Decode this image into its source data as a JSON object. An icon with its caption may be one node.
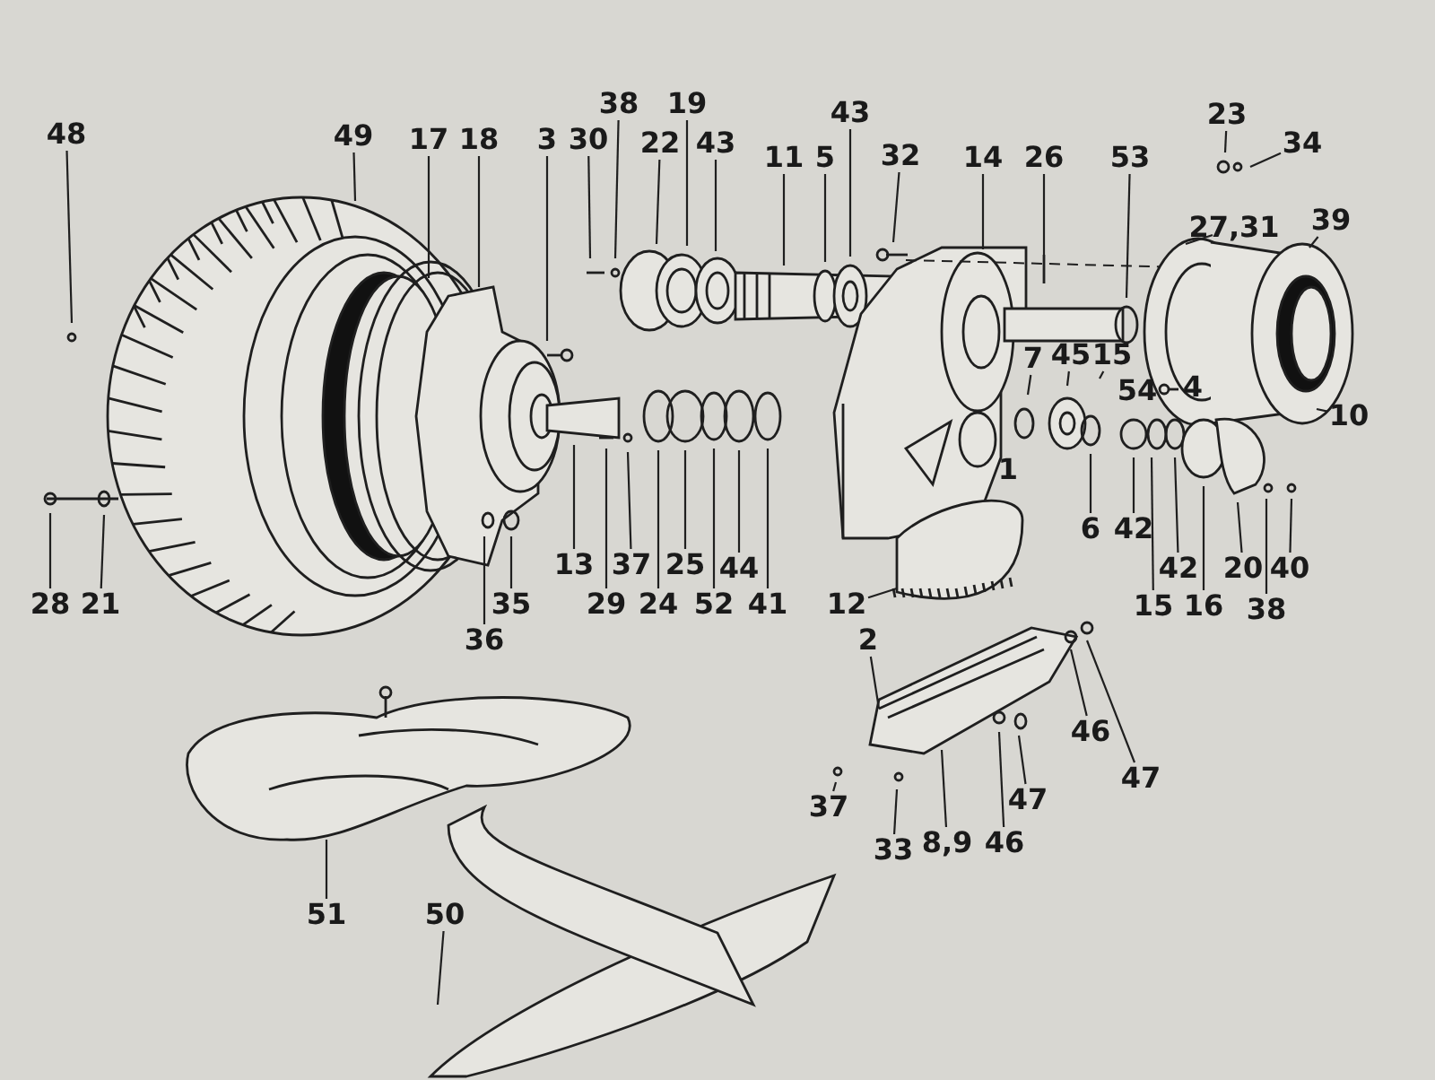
{
  "diagram": {
    "nodes": [
      {
        "text": [
          "48"
        ]
      },
      {
        "text": [
          "49"
        ]
      },
      {
        "text": [
          "17"
        ]
      },
      {
        "text": [
          "18"
        ]
      },
      {
        "text": [
          "3"
        ]
      },
      {
        "text": [
          "30"
        ]
      },
      {
        "text": [
          "38"
        ]
      },
      {
        "text": [
          "22"
        ]
      },
      {
        "text": [
          "19"
        ]
      },
      {
        "text": [
          "43"
        ]
      },
      {
        "text": [
          "11"
        ]
      },
      {
        "text": [
          "5"
        ]
      },
      {
        "text": [
          "43"
        ]
      },
      {
        "text": [
          "32"
        ]
      },
      {
        "text": [
          "14"
        ]
      },
      {
        "text": [
          "26"
        ]
      },
      {
        "text": [
          "53"
        ]
      },
      {
        "text": [
          "23"
        ]
      },
      {
        "text": [
          "34"
        ]
      },
      {
        "text": [
          "27,31"
        ]
      },
      {
        "text": [
          "39"
        ]
      },
      {
        "text": [
          "7"
        ]
      },
      {
        "text": [
          "45"
        ]
      },
      {
        "text": [
          "15"
        ]
      },
      {
        "text": [
          "10"
        ]
      },
      {
        "text": [
          "28"
        ]
      },
      {
        "text": [
          "21"
        ]
      },
      {
        "text": [
          "13"
        ]
      },
      {
        "text": [
          "37"
        ]
      },
      {
        "text": [
          "25"
        ]
      },
      {
        "text": [
          "44"
        ]
      },
      {
        "text": [
          "35"
        ]
      },
      {
        "text": [
          "36"
        ]
      },
      {
        "text": [
          "29"
        ]
      },
      {
        "text": [
          "24"
        ]
      },
      {
        "text": [
          "52"
        ]
      },
      {
        "text": [
          "41"
        ]
      },
      {
        "text": [
          "12"
        ]
      },
      {
        "text": [
          "6"
        ]
      },
      {
        "text": [
          "42"
        ]
      },
      {
        "text": [
          "42"
        ]
      },
      {
        "text": [
          "20"
        ]
      },
      {
        "text": [
          "40"
        ]
      },
      {
        "text": [
          "15"
        ]
      },
      {
        "text": [
          "16"
        ]
      },
      {
        "text": [
          "38"
        ]
      },
      {
        "text": [
          "2"
        ]
      },
      {
        "text": [
          "46"
        ]
      },
      {
        "text": [
          "47"
        ]
      },
      {
        "text": [
          "37"
        ]
      },
      {
        "text": [
          "33"
        ]
      },
      {
        "text": [
          "8,9"
        ]
      },
      {
        "text": [
          "47"
        ]
      },
      {
        "text": [
          "46"
        ]
      },
      {
        "text": [
          "51"
        ]
      },
      {
        "text": [
          "50"
        ]
      }
    ],
    "edges": [
      {
        "from": 0,
        "to": null,
        "arrow": "none"
      },
      {
        "from": 1,
        "to": null,
        "arrow": "none"
      },
      {
        "from": 2,
        "to": null,
        "arrow": "none"
      },
      {
        "from": 3,
        "to": null,
        "arrow": "none"
      },
      {
        "from": 4,
        "to": null,
        "arrow": "none"
      },
      {
        "from": 5,
        "to": null,
        "arrow": "none"
      },
      {
        "from": 6,
        "to": null,
        "arrow": "none"
      },
      {
        "from": 7,
        "to": null,
        "arrow": "none"
      },
      {
        "from": 8,
        "to": null,
        "arrow": "none"
      },
      {
        "from": 9,
        "to": null,
        "arrow": "none"
      },
      {
        "from": 10,
        "to": null,
        "arrow": "none"
      },
      {
        "from": 11,
        "to": null,
        "arrow": "none"
      },
      {
        "from": 12,
        "to": null,
        "arrow": "none"
      },
      {
        "from": 13,
        "to": null,
        "arrow": "none"
      },
      {
        "from": 14,
        "to": null,
        "arrow": "none"
      },
      {
        "from": 15,
        "to": null,
        "arrow": "none"
      },
      {
        "from": 16,
        "to": null,
        "arrow": "none"
      },
      {
        "from": 17,
        "to": null,
        "arrow": "none"
      },
      {
        "from": 18,
        "to": null,
        "arrow": "none"
      },
      {
        "from": 19,
        "to": null,
        "arrow": "none"
      },
      {
        "from": 20,
        "to": null,
        "arrow": "none"
      },
      {
        "from": 21,
        "to": null,
        "arrow": "none"
      },
      {
        "from": 22,
        "to": null,
        "arrow": "none"
      },
      {
        "from": 23,
        "to": null,
        "arrow": "none"
      },
      {
        "from": 24,
        "to": null,
        "arrow": "none"
      },
      {
        "from": 25,
        "to": null,
        "arrow": "none"
      },
      {
        "from": 26,
        "to": null,
        "arrow": "none"
      },
      {
        "from": 27,
        "to": null,
        "arrow": "none"
      },
      {
        "from": 28,
        "to": null,
        "arrow": "none"
      },
      {
        "from": 29,
        "to": null,
        "arrow": "none"
      },
      {
        "from": 30,
        "to": null,
        "arrow": "none"
      },
      {
        "from": 31,
        "to": null,
        "arrow": "none"
      },
      {
        "from": 32,
        "to": null,
        "arrow": "none"
      },
      {
        "from": 33,
        "to": null,
        "arrow": "none"
      },
      {
        "from": 34,
        "to": null,
        "arrow": "none"
      },
      {
        "from": 35,
        "to": null,
        "arrow": "none"
      },
      {
        "from": 36,
        "to": null,
        "arrow": "none"
      },
      {
        "from": 37,
        "to": null,
        "arrow": "none"
      },
      {
        "from": 38,
        "to": null,
        "arrow": "none"
      },
      {
        "from": 39,
        "to": null,
        "arrow": "none"
      },
      {
        "from": 40,
        "to": null,
        "arrow": "none"
      },
      {
        "from": 41,
        "to": null,
        "arrow": "none"
      },
      {
        "from": 42,
        "to": null,
        "arrow": "none"
      },
      {
        "from": 43,
        "to": null,
        "arrow": "none"
      },
      {
        "from": 44,
        "to": null,
        "arrow": "none"
      },
      {
        "from": 45,
        "to": null,
        "arrow": "none"
      },
      {
        "from": 46,
        "to": null,
        "arrow": "none"
      },
      {
        "from": 47,
        "to": null,
        "arrow": "none"
      },
      {
        "from": 48,
        "to": null,
        "arrow": "none"
      },
      {
        "from": 49,
        "to": null,
        "arrow": "none"
      },
      {
        "from": 50,
        "to": null,
        "arrow": "none"
      },
      {
        "from": 51,
        "to": null,
        "arrow": "none"
      },
      {
        "from": 52,
        "to": null,
        "arrow": "none"
      },
      {
        "from": 53,
        "to": null,
        "arrow": "none"
      },
      {
        "from": 54,
        "to": null,
        "arrow": "none"
      },
      {
        "from": 55,
        "to": null,
        "arrow": "none"
      }
    ],
    "labels": [
      "1",
      "54",
      "4"
    ]
  }
}
